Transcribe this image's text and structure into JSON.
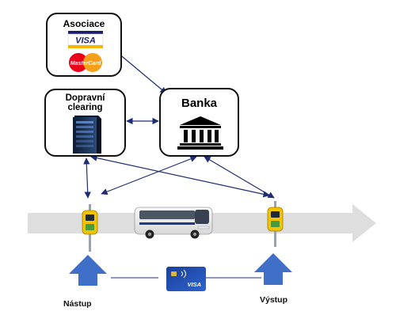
{
  "boxes": {
    "association": {
      "title": "Asociace"
    },
    "clearing": {
      "title_line1": "Dopravní",
      "title_line2": "clearing"
    },
    "bank": {
      "title": "Banka"
    }
  },
  "logos": {
    "visa": "VISA",
    "mastercard": "MasterCard",
    "card_brand": "VISA"
  },
  "labels": {
    "boarding": "Nástup",
    "exit": "Výstup"
  },
  "colors": {
    "arrow": "#1f2d74",
    "road": "#dedede",
    "blue_arrow": "#3f6fc6",
    "validator": "#f3c200"
  },
  "icons": {
    "server": "server-rack-icon",
    "bank": "bank-building-icon",
    "bus": "bus-icon",
    "validator": "card-validator-icon",
    "card": "contactless-card-icon"
  }
}
